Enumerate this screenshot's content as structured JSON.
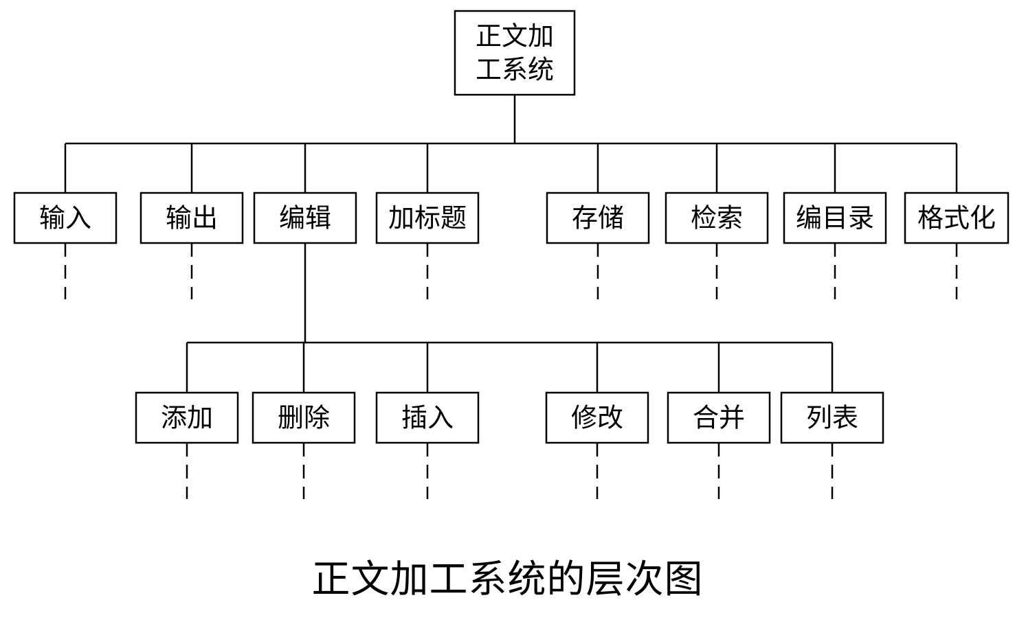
{
  "root": {
    "lines": [
      "正文加",
      "工系统"
    ]
  },
  "level1": [
    {
      "key": "input",
      "label": "输入"
    },
    {
      "key": "output",
      "label": "输出"
    },
    {
      "key": "edit",
      "label": "编辑"
    },
    {
      "key": "add-title",
      "label": "加标题"
    },
    {
      "key": "store",
      "label": "存储"
    },
    {
      "key": "search",
      "label": "检索"
    },
    {
      "key": "catalog",
      "label": "编目录"
    },
    {
      "key": "format",
      "label": "格式化"
    }
  ],
  "level2": [
    {
      "key": "add",
      "label": "添加"
    },
    {
      "key": "delete",
      "label": "删除"
    },
    {
      "key": "insert",
      "label": "插入"
    },
    {
      "key": "modify",
      "label": "修改"
    },
    {
      "key": "merge",
      "label": "合并"
    },
    {
      "key": "list",
      "label": "列表"
    }
  ],
  "caption": "正文加工系统的层次图",
  "colors": {
    "line": "#000000",
    "box_fill": "#ffffff",
    "text": "#000000"
  }
}
